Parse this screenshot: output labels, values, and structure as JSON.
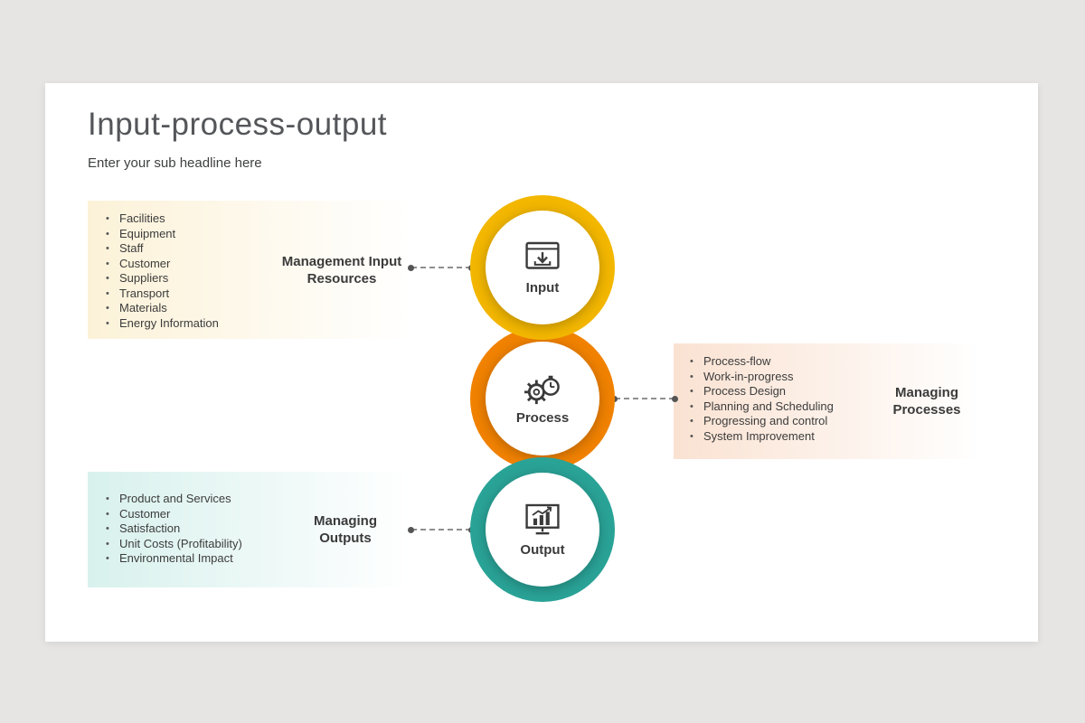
{
  "slide": {
    "title": "Input-process-output",
    "subtitle": "Enter your sub headline here"
  },
  "nodes": [
    {
      "label": "Input",
      "color": "#F3B700",
      "icon": "browser-import-icon"
    },
    {
      "label": "Process",
      "color": "#F18200",
      "icon": "gear-stopwatch-icon"
    },
    {
      "label": "Output",
      "color": "#2AA397",
      "icon": "monitor-chart-icon"
    }
  ],
  "panels": [
    {
      "heading": "Management Input Resources",
      "tint": "#FCF2D8",
      "items": [
        "Facilities",
        "Equipment",
        "Staff",
        "Customer",
        "Suppliers",
        "Transport",
        "Materials",
        "Energy Information"
      ]
    },
    {
      "heading": "Managing Processes",
      "tint": "#FAE2D2",
      "items": [
        "Process-flow",
        "Work-in-progress",
        "Process Design",
        "Planning and Scheduling",
        "Progressing and control",
        "System Improvement"
      ]
    },
    {
      "heading": "Managing Outputs",
      "tint": "#D8F1ED",
      "items": [
        "Product and Services",
        "Customer",
        "Satisfaction",
        "Unit Costs (Profitability)",
        "Environmental Impact"
      ]
    }
  ]
}
